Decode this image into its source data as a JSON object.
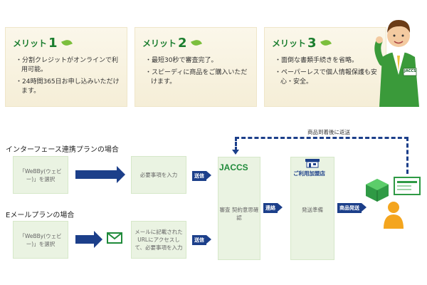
{
  "merits": [
    {
      "title": "メリット",
      "num": "1",
      "points": [
        "分割クレジットがオンラインで利用可能。",
        "24時間365日お申し込みいただけます。"
      ]
    },
    {
      "title": "メリット",
      "num": "2",
      "points": [
        "最短30秒で審査完了。",
        "スピーディに商品をご購入いただけます。"
      ]
    },
    {
      "title": "メリット",
      "num": "3",
      "points": [
        "面倒な書類手続きを省略。",
        "ペーパーレスで個人情報保護も安心・安全。"
      ]
    }
  ],
  "mascot_badge": "JACCS",
  "flow": {
    "plan_interface": "インターフェース連携プランの場合",
    "plan_email": "Eメールプランの場合",
    "select_webby_1": "「WeBBy(ウェビー)」を選択",
    "select_webby_2": "「WeBBy(ウェビー)」を選択",
    "input_required": "必要事項を入力",
    "email_access": "メールに記載されたURLにアクセスして、必要事項を入力",
    "send_1": "送信",
    "send_2": "送信",
    "jaccs_logo": "JACCS",
    "review": "審査 契約意思確認",
    "contact": "連絡",
    "store_label": "ご利用加盟店",
    "ship_prep": "発送準備",
    "ship_goods": "商品発送",
    "return_label": "商品到着後に返送"
  }
}
